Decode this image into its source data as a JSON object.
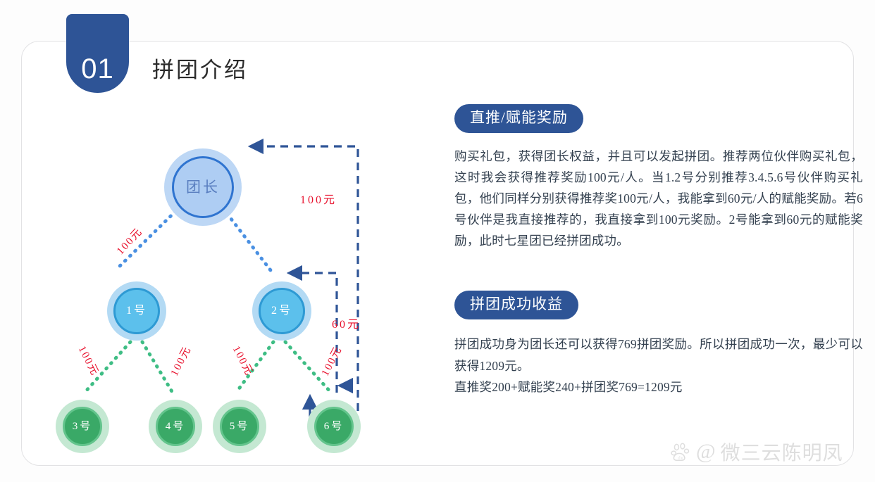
{
  "header": {
    "number": "01",
    "title": "拼团介绍"
  },
  "diagram": {
    "nodes": {
      "root": "团长",
      "n1": "1号",
      "n2": "2号",
      "n3": "3号",
      "n4": "4号",
      "n5": "5号",
      "n6": "6号"
    },
    "edge_labels": {
      "root_to_1": "100元",
      "arrow_to_root": "100元",
      "arrow_to_2": "60元",
      "n1_to_n3": "100元",
      "n1_to_n4": "100元",
      "n2_to_n5": "100元",
      "n2_to_n6": "100元"
    }
  },
  "sections": [
    {
      "badge": "直推/赋能奖励",
      "paragraphs": [
        "购买礼包，获得团长权益，并且可以发起拼团。推荐两位伙伴购买礼包，这时我会获得推荐奖励100元/人。当1.2号分别推荐3.4.5.6号伙伴购买礼包，他们同样分别获得推荐奖100元/人，我能拿到60元/人的赋能奖励。若6号伙伴是我直接推荐的，我直接拿到100元奖励。2号能拿到60元的赋能奖励，此时七星团已经拼团成功。"
      ]
    },
    {
      "badge": "拼团成功收益",
      "paragraphs": [
        "拼团成功身为团长还可以获得769拼团奖励。所以拼团成功一次，最少可以获得1209元。",
        "直推奖200+赋能奖240+拼团奖769=1209元"
      ]
    }
  ],
  "watermark": {
    "at": "@",
    "text": "微三云陈明凤"
  },
  "colors": {
    "brand_blue": "#2e5496",
    "money_red": "#e8112d",
    "node_green": "#3aa967",
    "node_blue": "#5cc0ec",
    "arrow_blue": "#2f5597"
  }
}
